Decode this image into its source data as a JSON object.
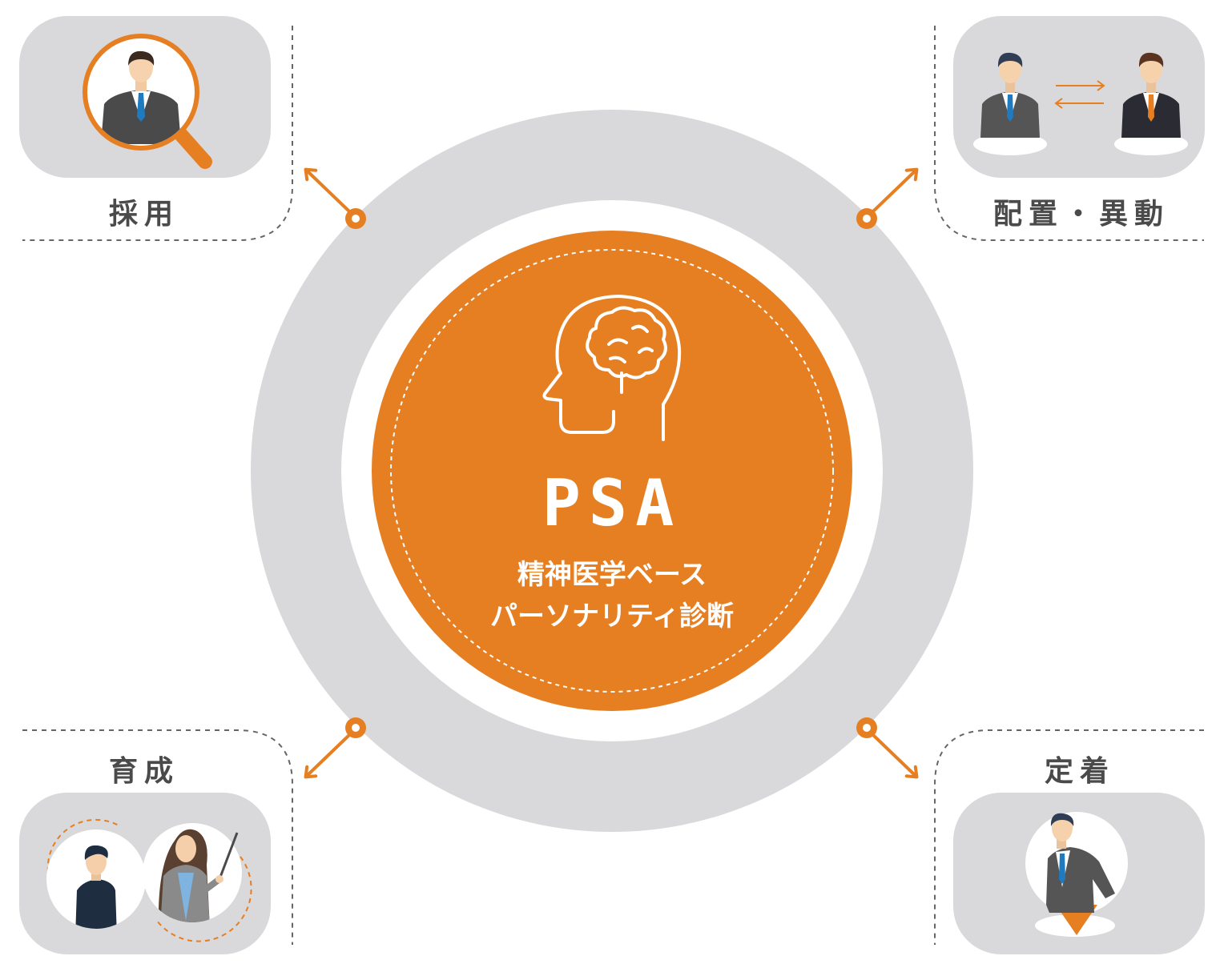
{
  "center": {
    "title": "PSA",
    "subtitle_line1": "精神医学ベース",
    "subtitle_line2": "パーソナリティ診断",
    "icon": "brain-head-icon"
  },
  "corners": {
    "top_left": {
      "label": "採用",
      "icon": "magnifier-person-icon"
    },
    "top_right": {
      "label": "配置・異動",
      "icon": "person-swap-icon"
    },
    "bottom_left": {
      "label": "育成",
      "icon": "mentor-trainee-icon"
    },
    "bottom_right": {
      "label": "定着",
      "icon": "person-on-pin-icon"
    }
  },
  "colors": {
    "accent": "#E67E22",
    "ring": "#D9D9DB",
    "card": "#D9D9DB",
    "text": "#4A4A4A",
    "dashed": "#666666"
  }
}
